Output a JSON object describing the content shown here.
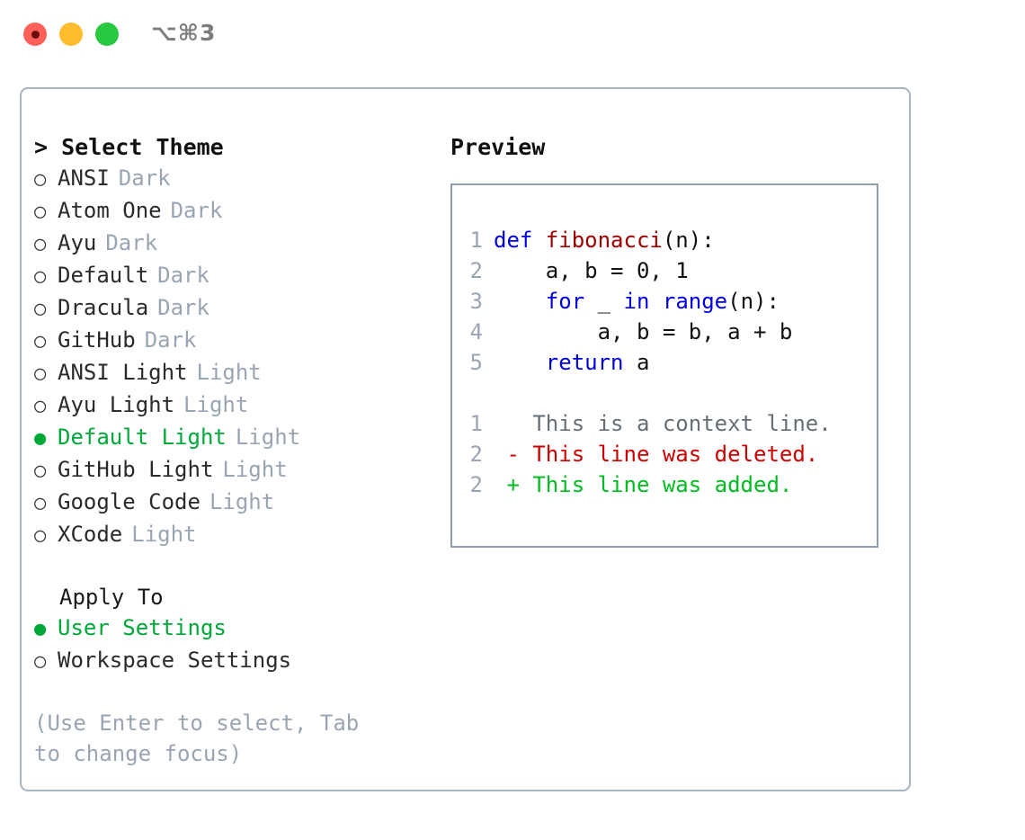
{
  "titlebar": {
    "shortcut": "⌥⌘3",
    "lights": [
      {
        "name": "close",
        "color": "#ff6059"
      },
      {
        "name": "minimize",
        "color": "#ffbd2e"
      },
      {
        "name": "maximize",
        "color": "#28c840"
      }
    ]
  },
  "theme_picker": {
    "header": "> Select Theme",
    "selected_bullet": "●",
    "unselected_bullet": "○",
    "accent_color": "#00a838",
    "muted_color": "#9aa5b4",
    "items": [
      {
        "label": "ANSI",
        "tag": "Dark",
        "selected": false
      },
      {
        "label": "Atom One",
        "tag": "Dark",
        "selected": false
      },
      {
        "label": "Ayu",
        "tag": "Dark",
        "selected": false
      },
      {
        "label": "Default",
        "tag": "Dark",
        "selected": false
      },
      {
        "label": "Dracula",
        "tag": "Dark",
        "selected": false
      },
      {
        "label": "GitHub",
        "tag": "Dark",
        "selected": false
      },
      {
        "label": "ANSI Light",
        "tag": "Light",
        "selected": false
      },
      {
        "label": "Ayu Light",
        "tag": "Light",
        "selected": false
      },
      {
        "label": "Default Light",
        "tag": "Light",
        "selected": true
      },
      {
        "label": "GitHub Light",
        "tag": "Light",
        "selected": false
      },
      {
        "label": "Google Code",
        "tag": "Light",
        "selected": false
      },
      {
        "label": "XCode",
        "tag": "Light",
        "selected": false
      }
    ]
  },
  "apply_to": {
    "title": "Apply To",
    "items": [
      {
        "label": "User Settings",
        "selected": true
      },
      {
        "label": "Workspace Settings",
        "selected": false
      }
    ]
  },
  "hint": "(Use Enter to select, Tab to change focus)",
  "preview": {
    "title": "Preview",
    "code_lines": [
      {
        "num": "1",
        "tokens": [
          {
            "t": "def ",
            "c": "kw"
          },
          {
            "t": "fibonacci",
            "c": "fn"
          },
          {
            "t": "(n):",
            "c": "plain"
          }
        ]
      },
      {
        "num": "2",
        "tokens": [
          {
            "t": "    a, b = 0, 1",
            "c": "plain"
          }
        ]
      },
      {
        "num": "3",
        "tokens": [
          {
            "t": "    ",
            "c": "plain"
          },
          {
            "t": "for",
            "c": "kw"
          },
          {
            "t": " _ ",
            "c": "plain"
          },
          {
            "t": "in",
            "c": "kw"
          },
          {
            "t": " ",
            "c": "plain"
          },
          {
            "t": "range",
            "c": "kw"
          },
          {
            "t": "(n):",
            "c": "plain"
          }
        ]
      },
      {
        "num": "4",
        "tokens": [
          {
            "t": "        a, b = b, a + b",
            "c": "plain"
          }
        ]
      },
      {
        "num": "5",
        "tokens": [
          {
            "t": "    ",
            "c": "plain"
          },
          {
            "t": "return",
            "c": "kw"
          },
          {
            "t": " a",
            "c": "plain"
          }
        ]
      }
    ],
    "diff_lines": [
      {
        "num": "1",
        "marker": "  ",
        "text": "This is a context line.",
        "kind": "ctx"
      },
      {
        "num": "2",
        "marker": "- ",
        "text": "This line was deleted.",
        "kind": "del"
      },
      {
        "num": "2",
        "marker": "+ ",
        "text": "This line was added.",
        "kind": "add"
      }
    ]
  }
}
